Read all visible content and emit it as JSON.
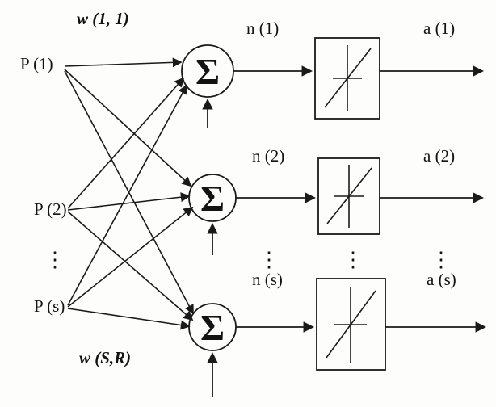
{
  "diagram": {
    "title": "single-layer-perceptron-network",
    "weight_top": "w (1, 1)",
    "weight_bottom": "w (S,R)",
    "sigma": "Σ",
    "ellipsis": "⋮",
    "inputs": [
      "P (1)",
      "P (2)",
      "P (s)"
    ],
    "net_labels": [
      "n (1)",
      "n (2)",
      "n (s)"
    ],
    "output_labels": [
      "a (1)",
      "a (2)",
      "a (s)"
    ],
    "colors": {
      "ink": "#1a1a1a",
      "background": "#fdfdfb"
    }
  }
}
